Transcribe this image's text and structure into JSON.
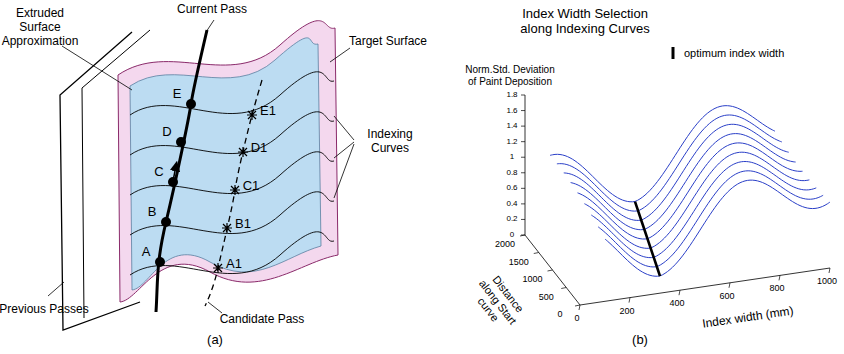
{
  "diagram": {
    "labels": [
      "Extruded Surface Approximation",
      "Current Pass",
      "Target Surface",
      "Indexing Curves",
      "Previous Passes",
      "Candidate Pass",
      "E",
      "D",
      "C",
      "B",
      "A",
      "E1",
      "D1",
      "C1",
      "B1",
      "A1",
      "(a)",
      "Index Width Selection along Indexing Curves",
      "Norm.Std. Deviation of Paint Deposition",
      "Distance along Start curve",
      "Index width (mm)",
      "0",
      "0.2",
      "0.4",
      "0.6",
      "0.8",
      "1",
      "1.2",
      "1.4",
      "1.6",
      "1.8",
      "0",
      "500",
      "1000",
      "1500",
      "2000",
      "0",
      "200",
      "400",
      "600",
      "800",
      "1000",
      "(b)"
    ],
    "legend": [
      {
        "text": "optimum index width"
      }
    ]
  }
}
